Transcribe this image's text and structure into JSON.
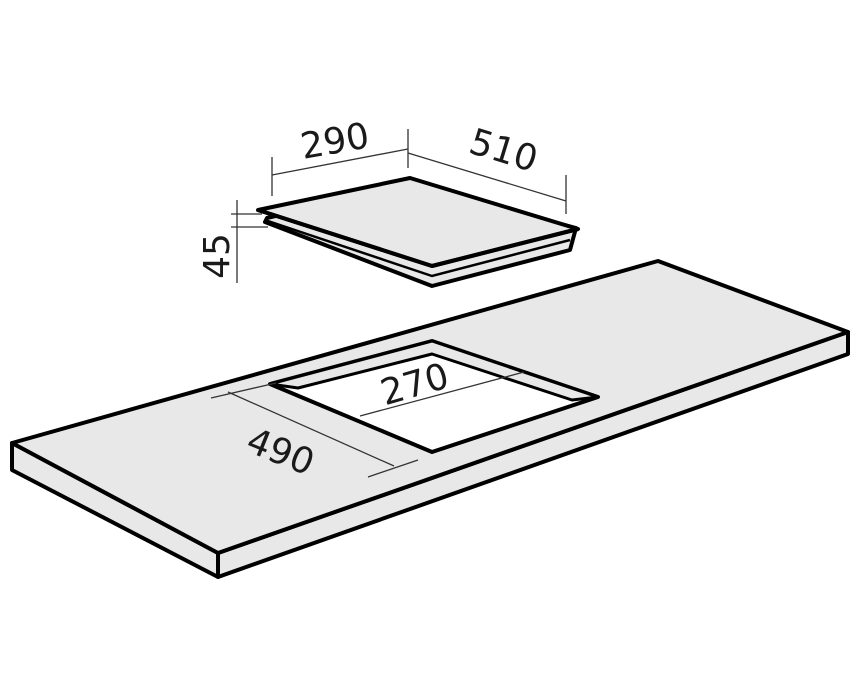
{
  "diagram": {
    "hob": {
      "width_label": "290",
      "depth_label": "510",
      "height_label": "45"
    },
    "cutout": {
      "width_label": "270",
      "depth_label": "490"
    }
  },
  "colors": {
    "surface": "#e8e8e8",
    "outline": "#000000",
    "dimension_line": "#333333"
  }
}
